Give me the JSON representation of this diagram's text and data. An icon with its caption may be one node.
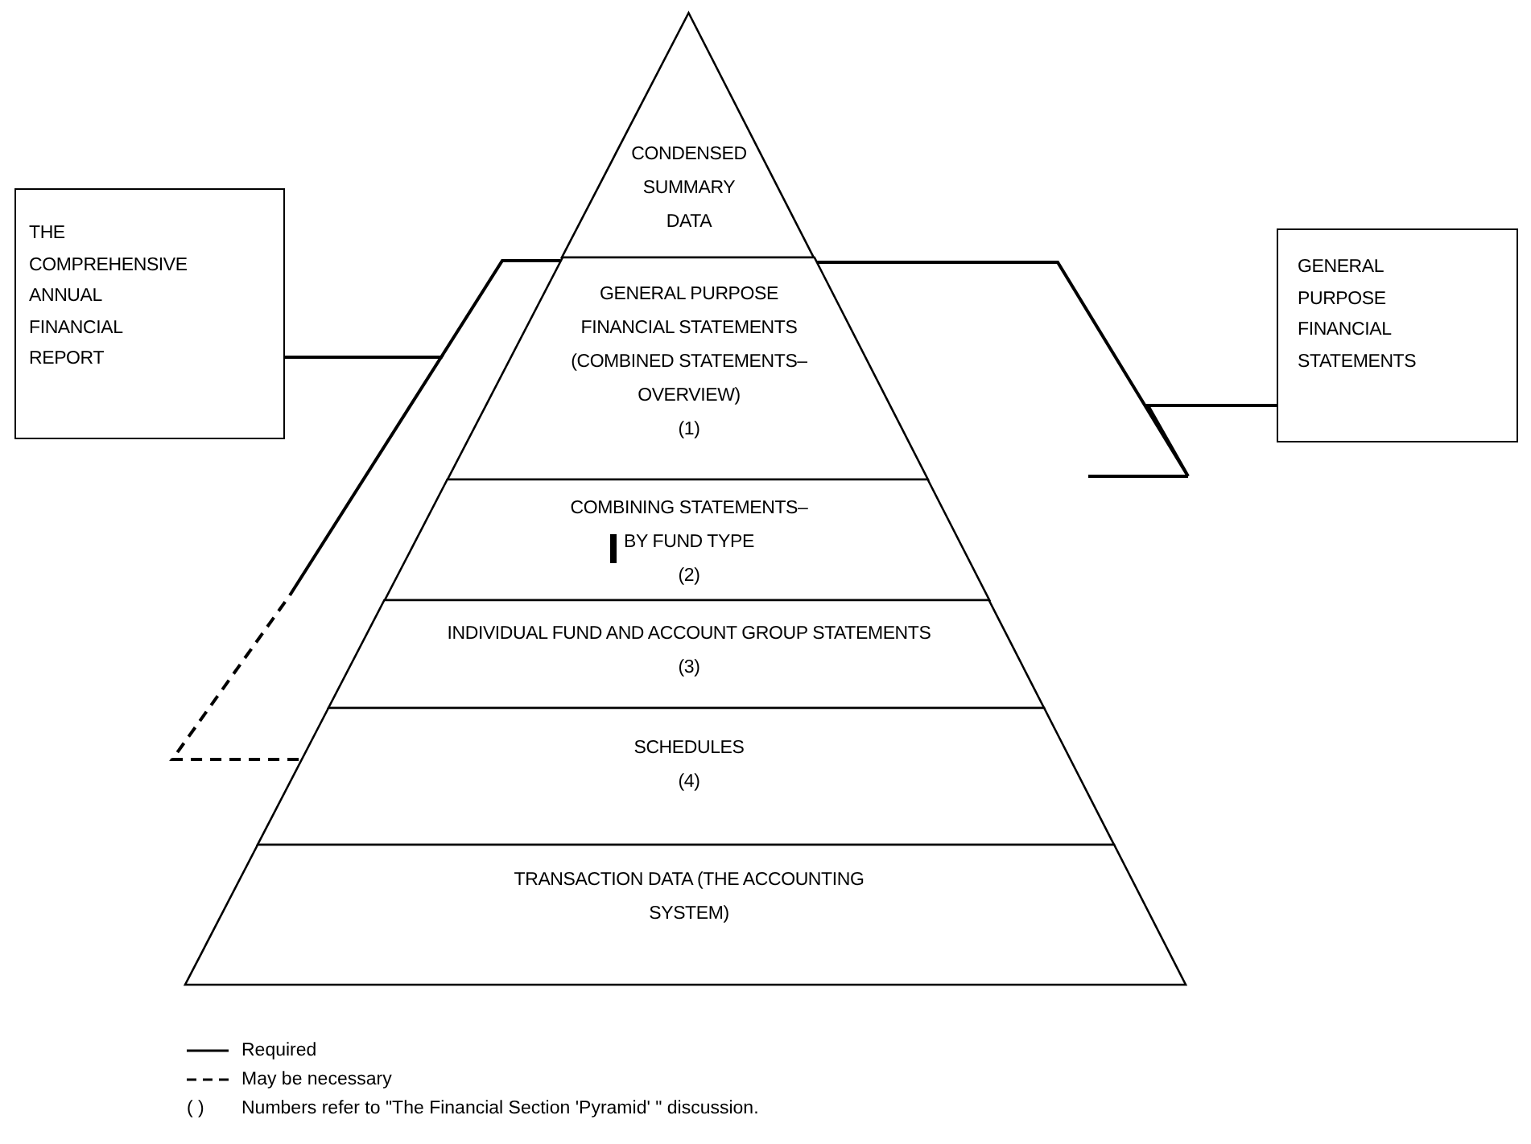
{
  "diagram": {
    "nodes": [
      {
        "text": [
          "CONDENSED SUMMARY DATA"
        ]
      },
      {
        "text": [
          "THE COMPREHENSIVE ANNUAL FINANCIAL REPORT"
        ]
      },
      {
        "text": [
          "GENERAL PURPOSE FINANCIAL STATEMENTS"
        ]
      },
      {
        "text": [
          "GENERAL PURPOSE FINANCIAL STATEMENTS (COMBINED STATEMENTS– OVERVIEW)",
          "(1)"
        ]
      },
      {
        "text": [
          "COMBINING STATEMENTS– BY FUND TYPE",
          "(2)"
        ]
      },
      {
        "text": [
          "INDIVIDUAL FUND AND ACCOUNT GROUP STATEMENTS",
          "(3)"
        ]
      },
      {
        "text": [
          "SCHEDULES",
          "(4)"
        ]
      },
      {
        "text": [
          "TRANSACTION DATA (THE ACCOUNTING SYSTEM)"
        ]
      }
    ],
    "edges": [
      {
        "from": 1,
        "to": 3,
        "arrow": "none"
      },
      {
        "from": 1,
        "to": 6,
        "arrow": "none",
        "style": "dashed"
      },
      {
        "from": 2,
        "to": 3,
        "arrow": "none"
      }
    ],
    "labels": [
      "( )",
      "Numbers refer to \"The Financial Section 'Pyramid' \" discussion."
    ],
    "legend": [
      {
        "text": "Required"
      },
      {
        "text": "May be necessary"
      }
    ]
  }
}
